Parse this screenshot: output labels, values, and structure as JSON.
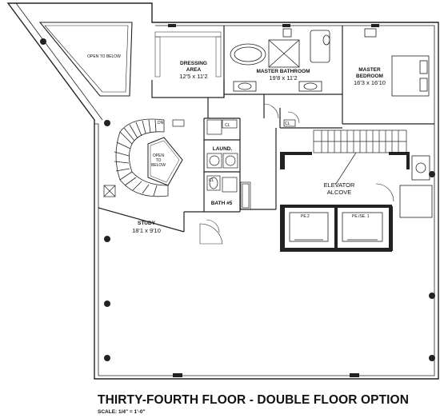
{
  "title": "THIRTY-FOURTH FLOOR - DOUBLE FLOOR OPTION",
  "scale": "SCALE:  1/4\" = 1'-0\"",
  "rooms": {
    "open_to_below_top": "OPEN TO BELOW",
    "dressing_area": {
      "name_line1": "DRESSING",
      "name_line2": "AREA",
      "size": "12'5 x 11'2"
    },
    "master_bathroom": {
      "name": "MASTER BATHROOM",
      "size": "19'8 x 11'2"
    },
    "master_bedroom": {
      "name_line1": "MASTER",
      "name_line2": "BEDROOM",
      "size": "16'3 x 16'10"
    },
    "open_to_below_stair": {
      "line1": "OPEN",
      "line2": "TO",
      "line3": "BELOW"
    },
    "dn": "DN",
    "cl_1": "CL",
    "cl_2": "CL",
    "cl_3": "CL",
    "laundry": "LAUND.",
    "bath5": "BATH #5",
    "elevator_alcove": {
      "line1": "ELEVATOR",
      "line2": "ALCOVE"
    },
    "pe2": "PE.2",
    "pe_se1": "PE./SE. 1",
    "study": {
      "name": "STUDY",
      "size": "18'1 x 9'10"
    }
  }
}
